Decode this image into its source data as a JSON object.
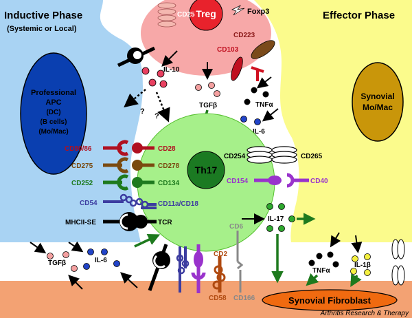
{
  "phases": {
    "inductive_title": "Inductive Phase",
    "inductive_subtitle": "(Systemic or Local)",
    "effector_title": "Effector Phase"
  },
  "cells": {
    "treg": "Treg",
    "foxp3": "Foxp3",
    "apc_lines": [
      "Professional",
      "APC",
      "(DC)",
      "(B cells)",
      "(Mo/Mac)"
    ],
    "th17": "Th17",
    "synovial_mo_lines": [
      "Synovial",
      "Mo/Mac"
    ],
    "fibroblast": "Synovial Fibroblast"
  },
  "treg_markers": {
    "cd25": "CD25",
    "cd223": "CD223",
    "cd103": "CD103"
  },
  "cytokines": {
    "il10": "IL-10",
    "tgfb_top": "TGFβ",
    "question": "?",
    "tnfa_top": "TNFα",
    "il6_top": "IL-6",
    "il17": "IL-17",
    "tgfb_bottom": "TGFβ",
    "il6_bottom": "IL-6",
    "tnfa_bottom": "TNFα",
    "il1b": "IL-1β"
  },
  "apc_receptors": [
    {
      "left": "CD80/86",
      "right": "CD28",
      "left_color": "#b01020",
      "right_color": "#b01020"
    },
    {
      "left": "CD275",
      "right": "CD278",
      "left_color": "#7a4a10",
      "right_color": "#7a4a10"
    },
    {
      "left": "CD252",
      "right": "CD134",
      "left_color": "#1e7a1e",
      "right_color": "#1e7a1e"
    },
    {
      "left": "CD54",
      "right": "CD11a/CD18",
      "left_color": "#3c3ca0",
      "right_color": "#3c3ca0"
    },
    {
      "left": "MHCII-SE",
      "right": "TCR",
      "left_color": "#000000",
      "right_color": "#000000"
    }
  ],
  "effector_receptors": {
    "cd254": "CD254",
    "cd265": "CD265",
    "cd154": "CD154",
    "cd40": "CD40"
  },
  "bottom_markers": {
    "cd2": "CD2",
    "cd6": "CD6",
    "cd58": "CD58",
    "cd166": "CD166"
  },
  "credit": "Arthritis Research & Therapy",
  "colors": {
    "apc_region": "#a9d3f3",
    "effector_region": "#fbfb8c",
    "treg_cell": "#f7a8a8",
    "th17_cell": "#a6f08a",
    "apc_cell": "#0a3fb0",
    "synovial_mo": "#c9960a",
    "tissue": "#f3a273",
    "fibroblast": "#f06a10"
  }
}
